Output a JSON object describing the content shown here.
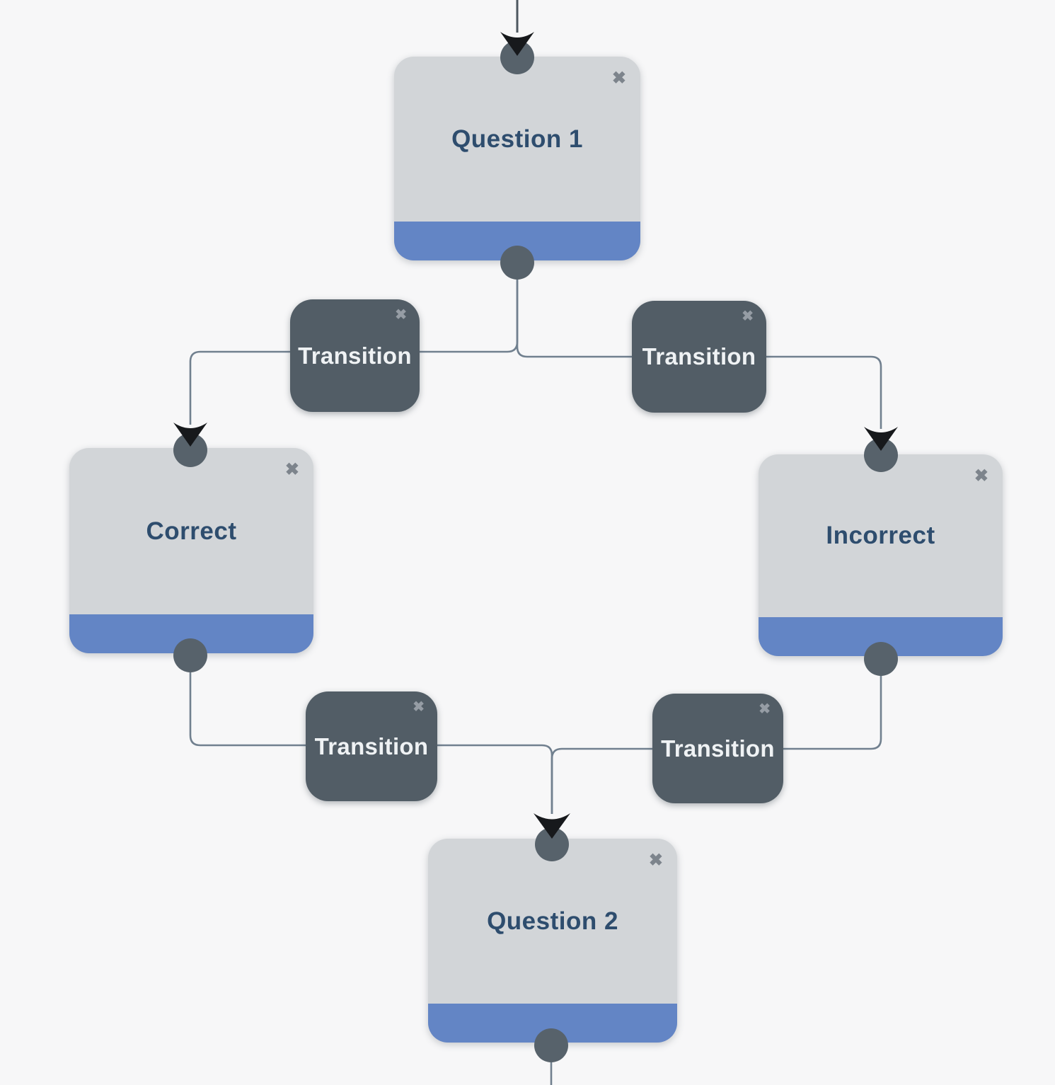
{
  "diagram": {
    "nodes": {
      "question1": {
        "label": "Question 1",
        "type": "state"
      },
      "correct": {
        "label": "Correct",
        "type": "state"
      },
      "incorrect": {
        "label": "Incorrect",
        "type": "state"
      },
      "question2": {
        "label": "Question 2",
        "type": "state"
      },
      "transition_q1_correct": {
        "label": "Transition",
        "type": "transition"
      },
      "transition_q1_incorrect": {
        "label": "Transition",
        "type": "transition"
      },
      "transition_correct_q2": {
        "label": "Transition",
        "type": "transition"
      },
      "transition_incorrect_q2": {
        "label": "Transition",
        "type": "transition"
      }
    },
    "edges": [
      {
        "from": "question1",
        "via": "transition_q1_correct",
        "to": "correct"
      },
      {
        "from": "question1",
        "via": "transition_q1_incorrect",
        "to": "incorrect"
      },
      {
        "from": "correct",
        "via": "transition_correct_q2",
        "to": "question2"
      },
      {
        "from": "incorrect",
        "via": "transition_incorrect_q2",
        "to": "question2"
      }
    ]
  },
  "icons": {
    "close_glyph": "✖"
  },
  "colors": {
    "canvas_background": "#f7f7f8",
    "state_fill": "#d2d5d8",
    "state_footer": "#6385c5",
    "state_label": "#2e4d6e",
    "transition_fill": "#525d66",
    "transition_label": "#eff2f4",
    "wire": "#71808f",
    "arrowhead": "#17191c",
    "endpoint_dot": "#57626b",
    "close_icon_on_state": "#7d848c",
    "close_icon_on_transition": "#a2a9b0"
  }
}
